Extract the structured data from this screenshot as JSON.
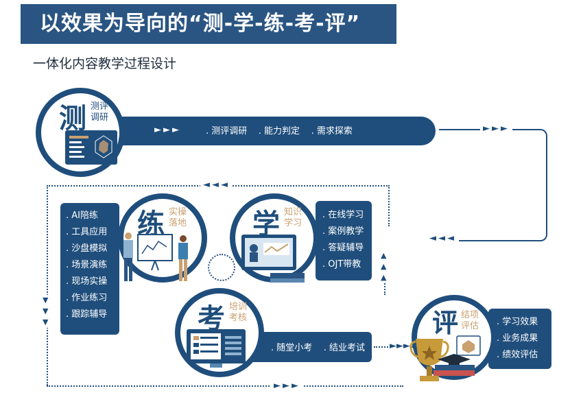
{
  "header": {
    "title": "以效果为导向的“测-学-练-考-评”",
    "subtitle": "一体化内容教学过程设计"
  },
  "arrows": {
    "right": "►►►",
    "left": "◄◄◄",
    "up": "▲",
    "down": "▼"
  },
  "stages": {
    "ce": {
      "char": "测",
      "label_line1": "测评",
      "label_line2": "调研",
      "items": [
        ". 测评调研",
        ". 能力判定",
        ". 需求探索"
      ]
    },
    "xue": {
      "char": "学",
      "label_line1": "知识",
      "label_line2": "学习",
      "items": [
        ". 在线学习",
        ". 案例教学",
        ". 答疑辅导",
        ". OJT带教"
      ]
    },
    "lian": {
      "char": "练",
      "label_line1": "实操",
      "label_line2": "落地",
      "items": [
        ". AI陪练",
        ". 工具应用",
        ". 沙盘模拟",
        ". 场景演练",
        ". 现场实操",
        ". 作业练习",
        ". 跟踪辅导"
      ]
    },
    "kao": {
      "char": "考",
      "label_line1": "培训",
      "label_line2": "考核",
      "items": [
        ". 随堂小考",
        ". 结业考试"
      ]
    },
    "ping": {
      "char": "评",
      "label_line1": "结项",
      "label_line2": "评估",
      "items": [
        ". 学习效果",
        ". 业务成果",
        ". 绩效评估"
      ]
    }
  },
  "colors": {
    "primary": "#1f4e7c",
    "banner": "#2a5583",
    "accent_tan": "#c9a070",
    "gold": "#c79a3a"
  }
}
